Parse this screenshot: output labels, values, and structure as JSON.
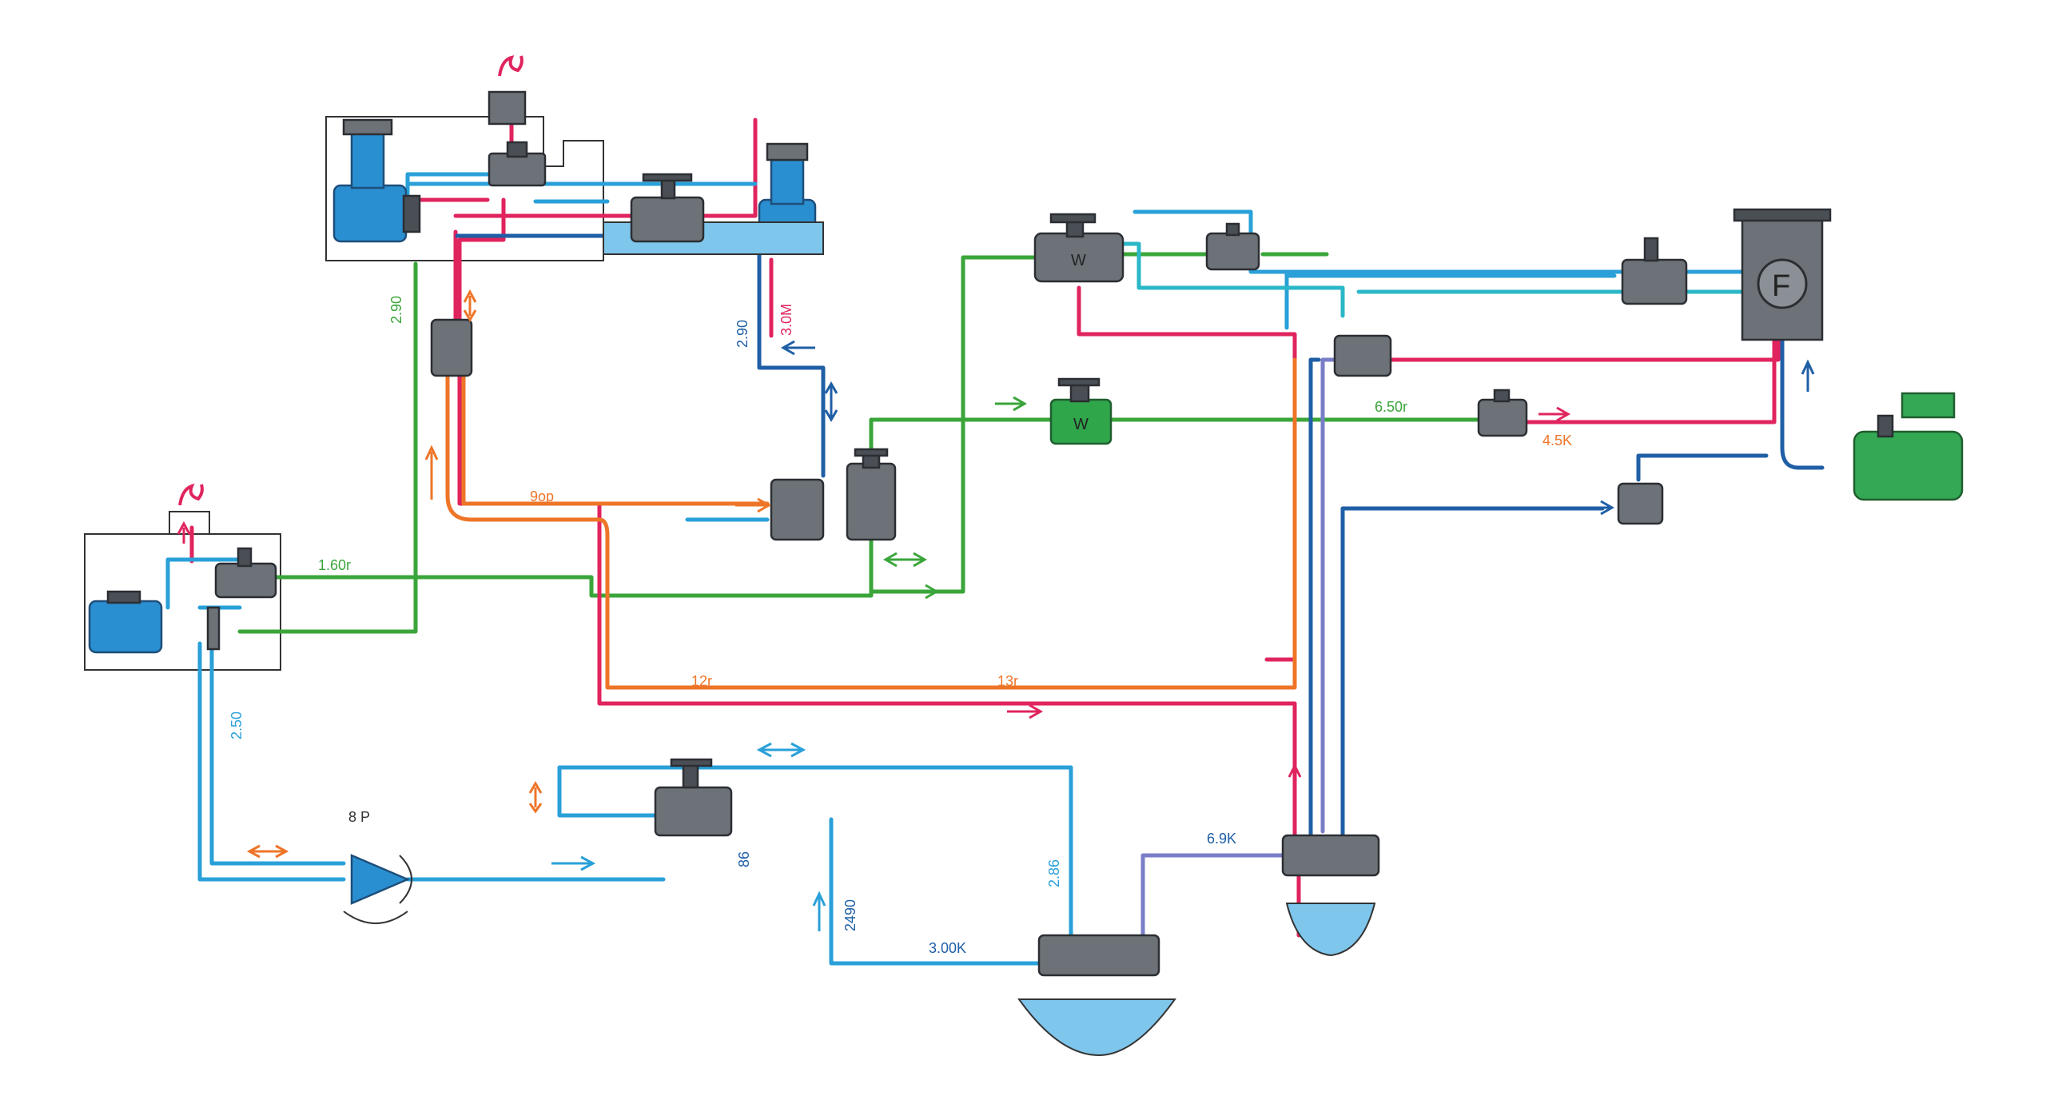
{
  "colors": {
    "green": "#3aa53a",
    "red": "#e0245e",
    "orange": "#ee7528",
    "blue": "#1f5fa6",
    "lightblue": "#2aa0d8",
    "cyan": "#2ab7c7",
    "purple": "#7a7ec6",
    "valve": "#6d7278"
  },
  "labels": {
    "l_290": "2.90",
    "l_290b": "2.90",
    "l_30m": "3.0M",
    "l_9p": "9op",
    "l_160": "1.60r",
    "l_250": "2.50",
    "l_12": "12r",
    "l_13": "13r",
    "l_650": "6.50r",
    "l_45k": "4.5K",
    "l_680": "6.9K",
    "l_286": "2.86",
    "l_240": "2490",
    "l_300k": "3.00K",
    "l_8p": "8 P",
    "l_86": "86",
    "l_f": "F",
    "l_w1": "W",
    "l_w2": "W"
  }
}
